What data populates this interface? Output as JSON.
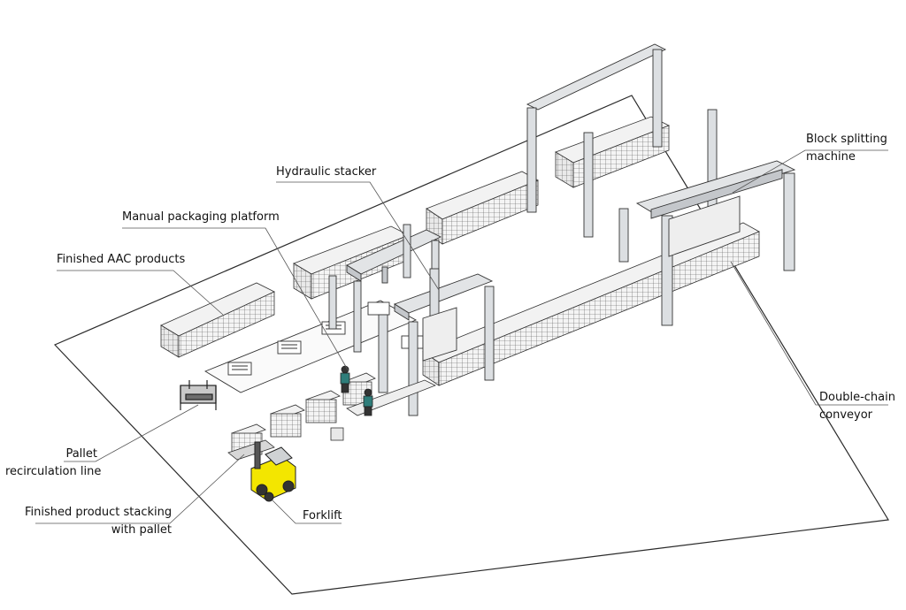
{
  "labels": {
    "block_splitting": [
      "Block splitting",
      "machine"
    ],
    "hydraulic_stacker": "Hydraulic stacker",
    "manual_packaging": "Manual packaging platform",
    "finished_aac": "Finished AAC products",
    "double_chain": [
      "Double-chain",
      "conveyor"
    ],
    "pallet_recirculation": [
      "Pallet",
      "recirculation line"
    ],
    "finished_stacking": [
      "Finished product stacking",
      "with pallet"
    ],
    "forklift": "Forklift"
  },
  "colors": {
    "outline": "#2a2a2a",
    "floor": "#ffffff",
    "frame": "#dcdfe2",
    "frame_side": "#b9bdc2",
    "block_top": "#f2f2f2",
    "block_side": "#e4e4e4",
    "forklift": "#f3e600",
    "worker": "#2f7d7a",
    "leader": "#555555"
  }
}
